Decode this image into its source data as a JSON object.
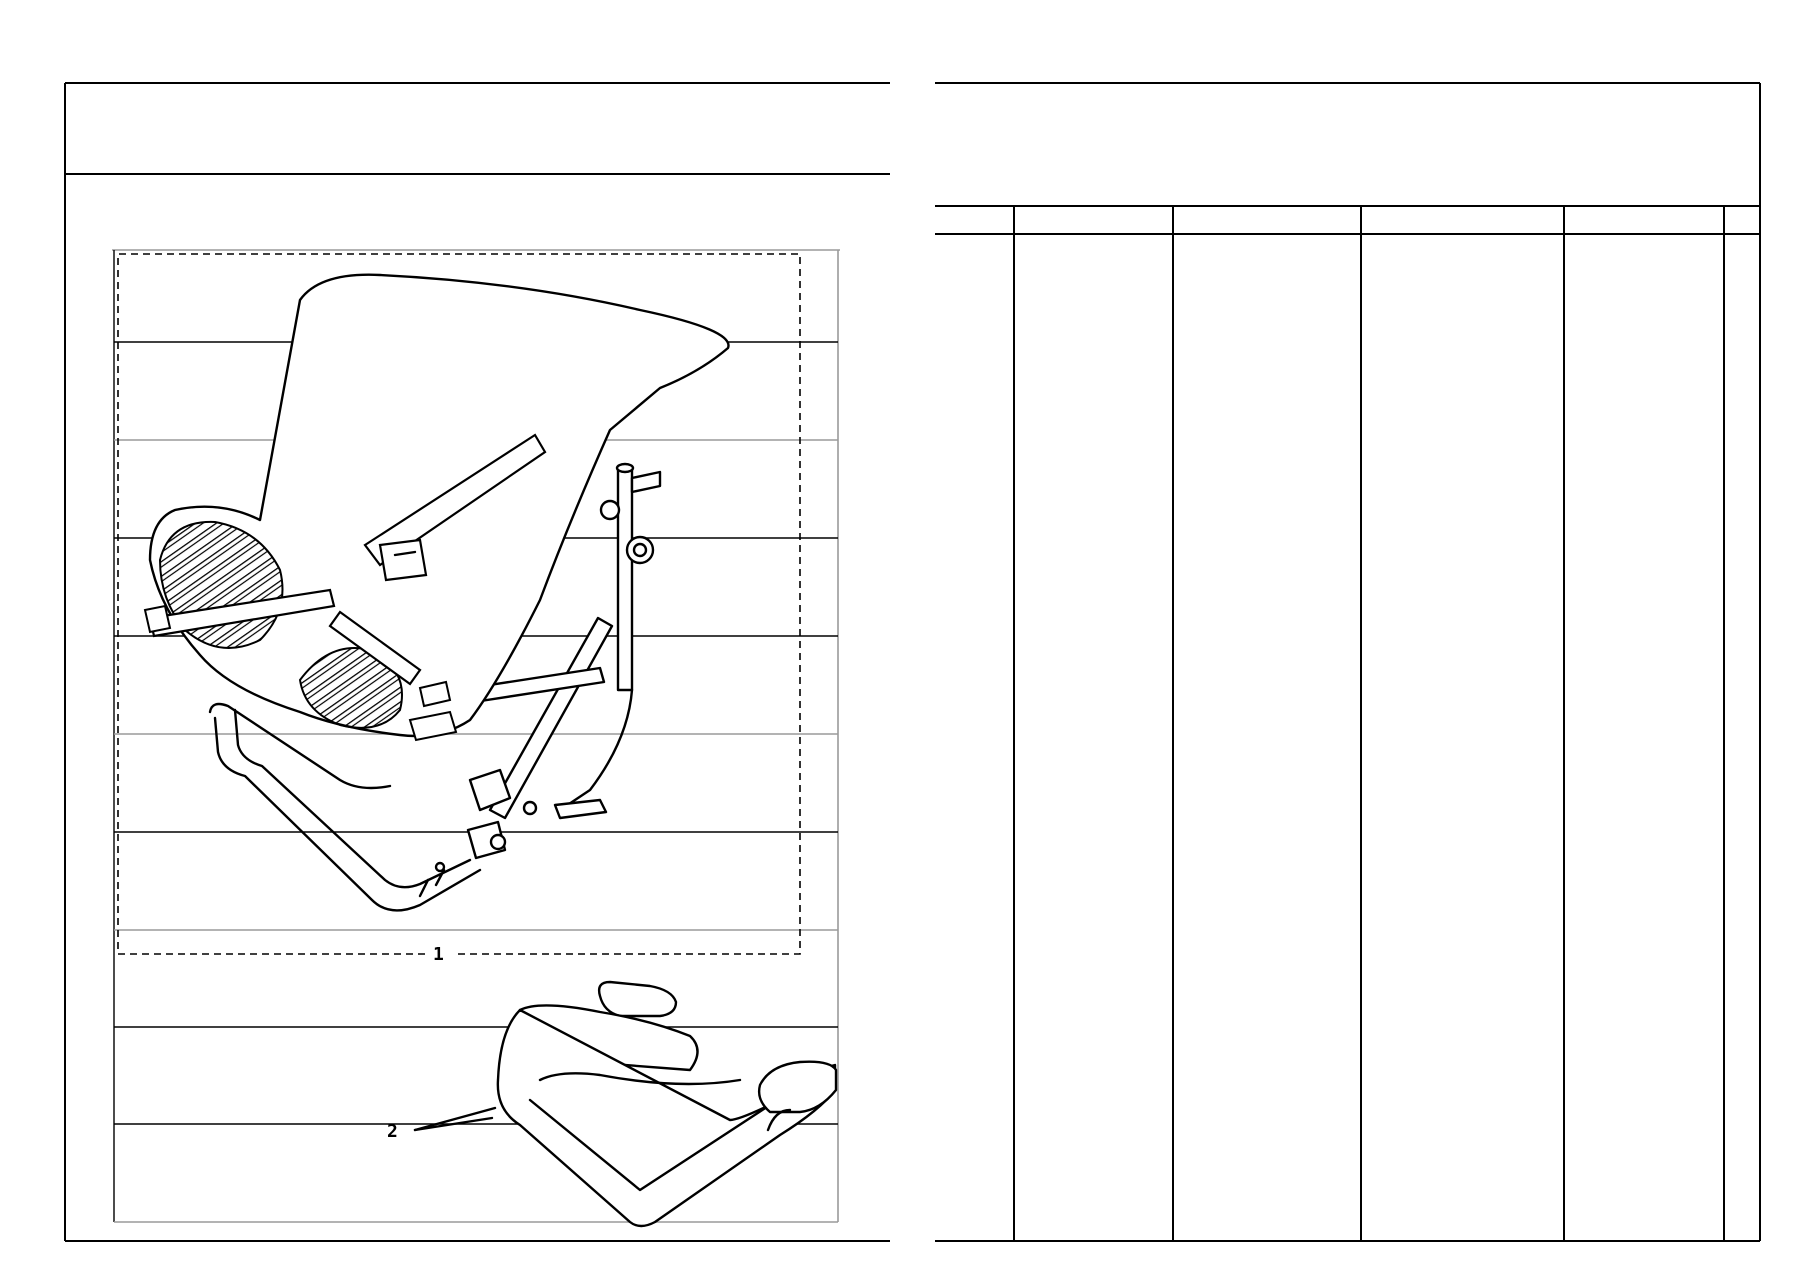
{
  "left_page": {
    "illustration_items": [
      {
        "callout": "1",
        "depicts": "child-seat-with-frame"
      },
      {
        "callout": "2",
        "depicts": "booster-cushion"
      }
    ]
  },
  "right_page": {
    "parts_table": {
      "column_count": 6
    }
  }
}
